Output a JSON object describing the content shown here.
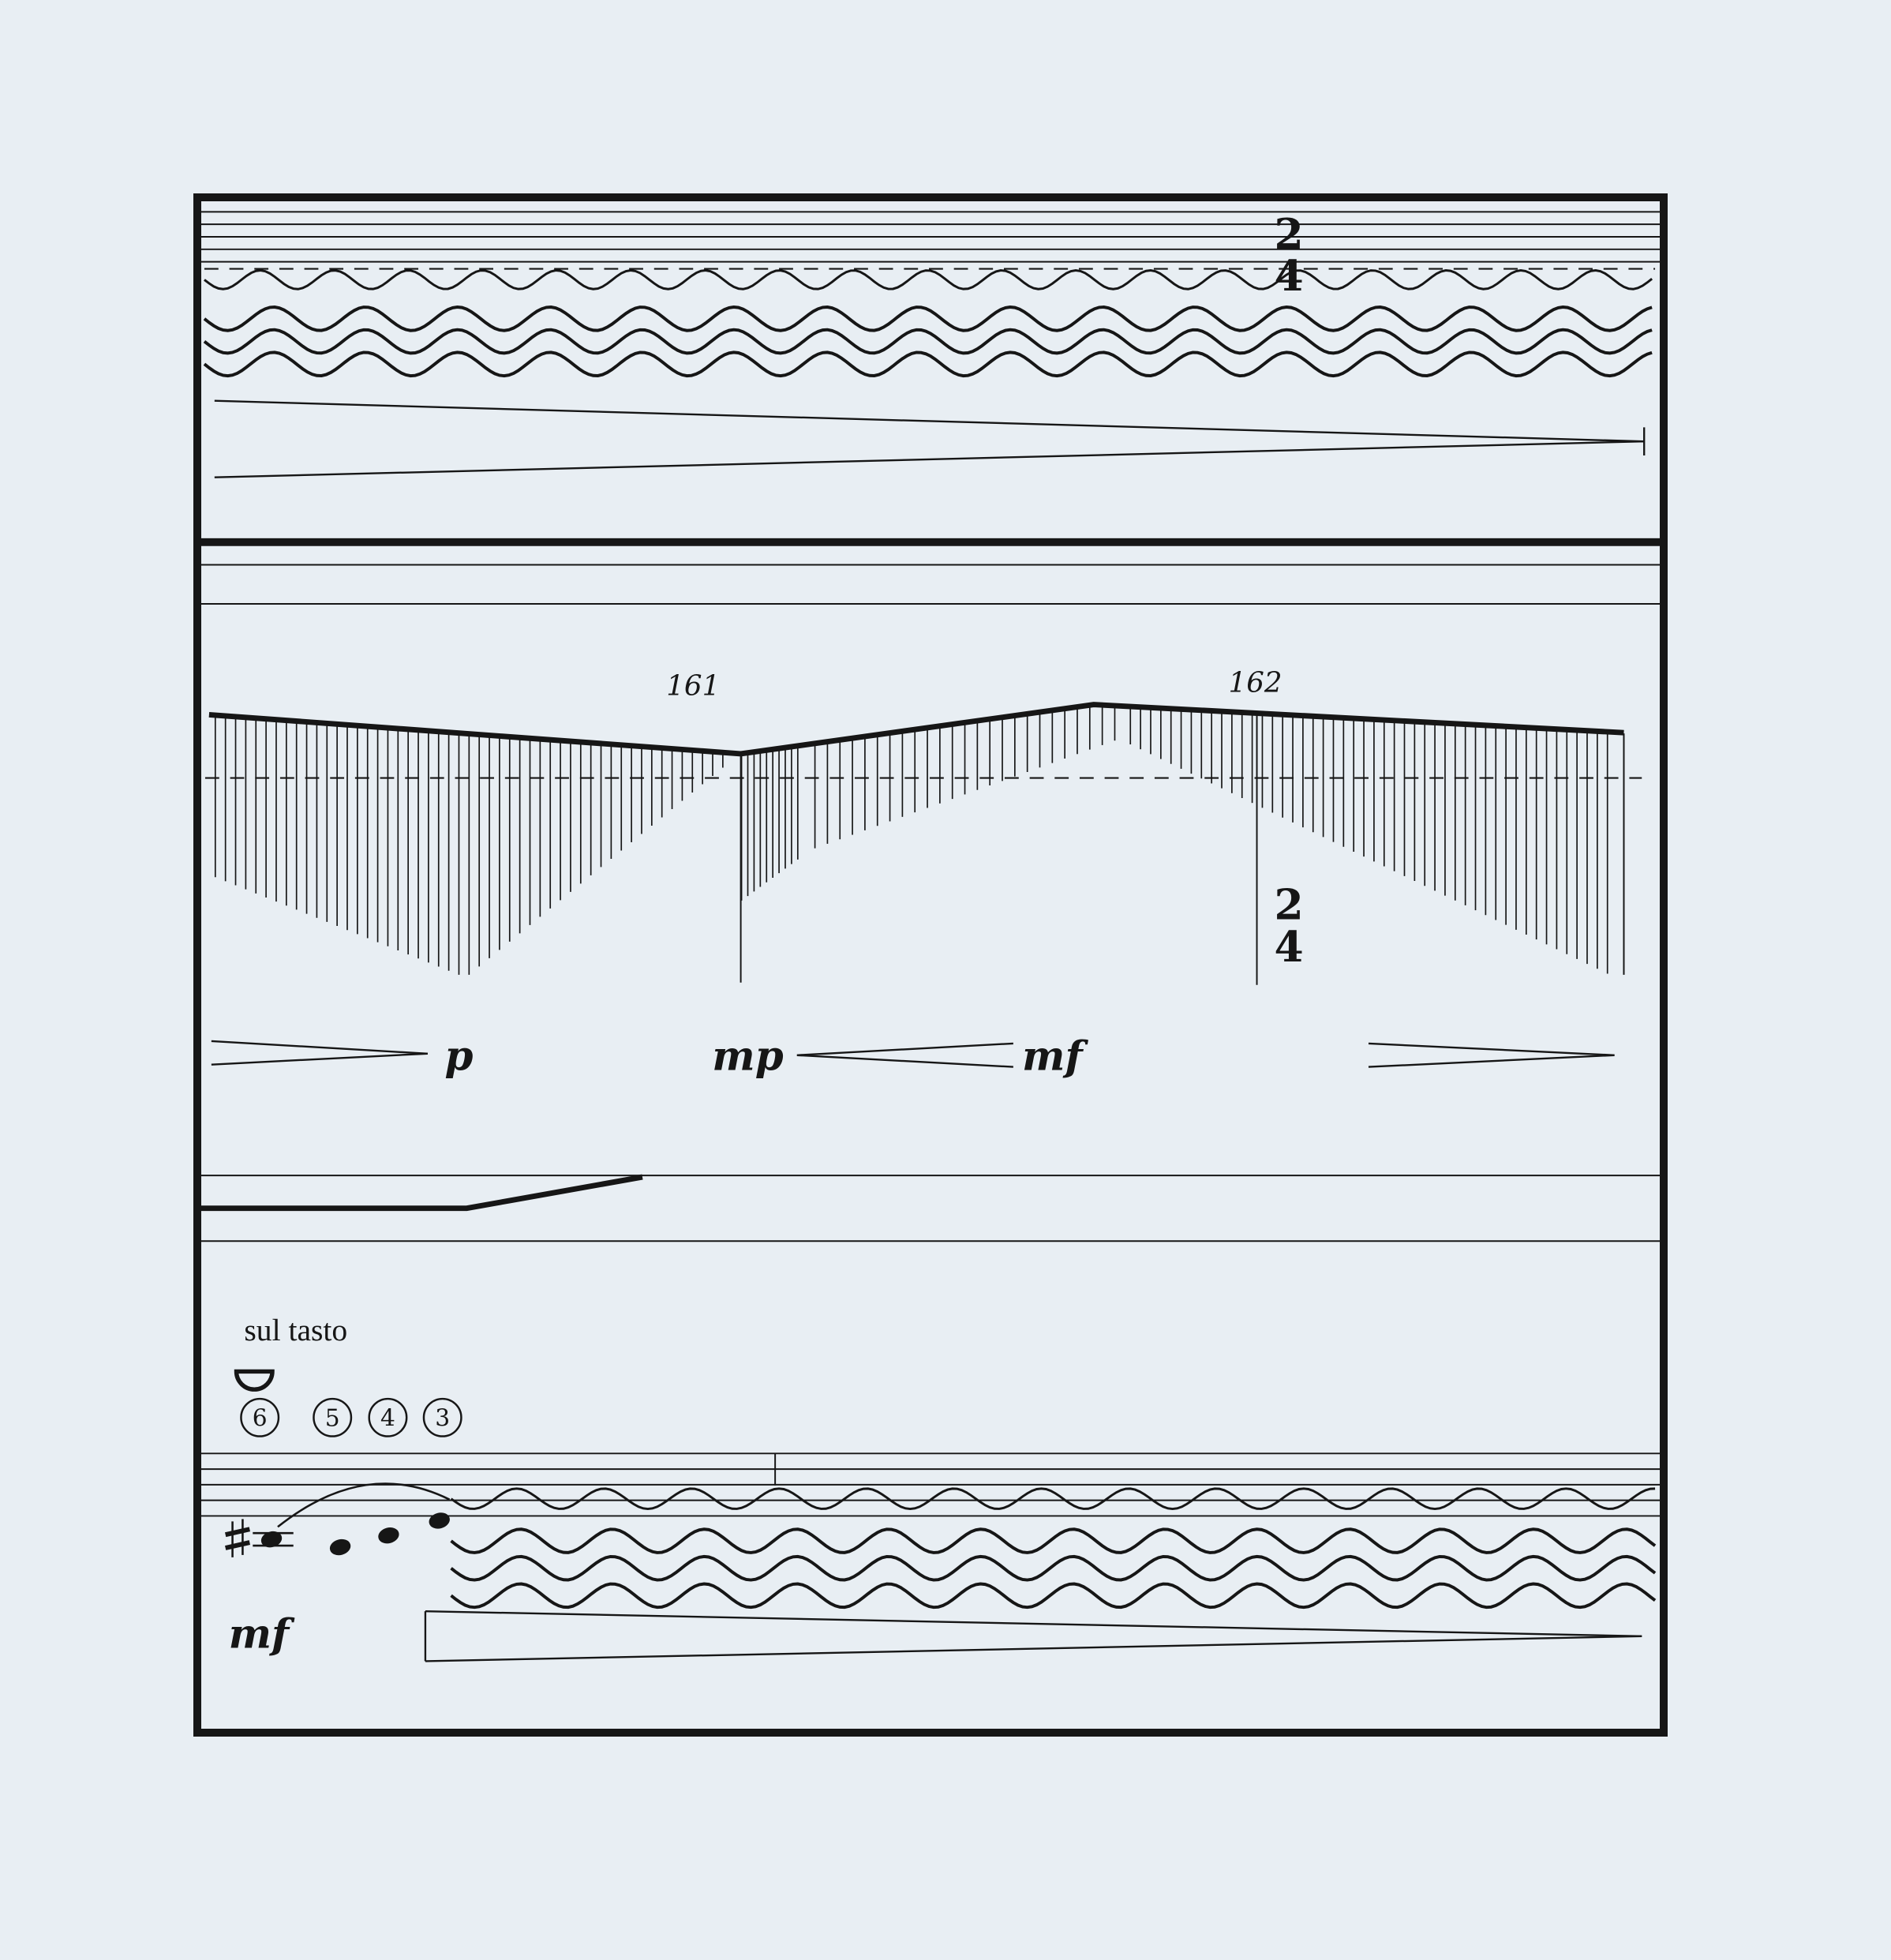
{
  "colors": {
    "ink": "#161616",
    "background": "#e8eef3"
  },
  "systems": {
    "top": {
      "time_signature": {
        "numerator": "2",
        "denominator": "4"
      }
    },
    "middle": {
      "measure_numbers": {
        "m1": "161",
        "m2": "162"
      },
      "time_signature": {
        "numerator": "2",
        "denominator": "4"
      },
      "dynamics": {
        "d1": "p",
        "d2": "mp",
        "d3": "mf"
      }
    },
    "bottom": {
      "technique": "sul tasto",
      "string_numbers": [
        {
          "label": "6"
        },
        {
          "label": "5"
        },
        {
          "label": "4"
        },
        {
          "label": "3"
        }
      ],
      "dynamics": {
        "d1": "mf"
      },
      "accidental": "♯"
    }
  }
}
